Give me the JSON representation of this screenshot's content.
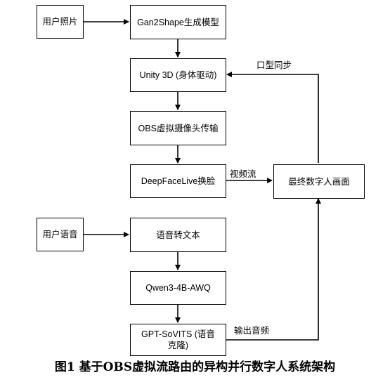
{
  "nodes": {
    "user_photo": "用户照片",
    "gan2shape": "Gan2Shape生成模型",
    "unity": "Unity 3D (身体驱动)",
    "obs_camera": "OBS虚拟摄像头传输",
    "deepfacelive": "DeepFaceLive换脸",
    "final_frame": "最终数字人画面",
    "user_voice": "用户语音",
    "speech_to_text": "语音转文本",
    "qwen": "Qwen3-4B-AWQ",
    "gpt_sovits": "GPT-SoVITS (语音克隆)"
  },
  "edges": {
    "lip_sync": "口型同步",
    "video_stream": "视频流",
    "audio_output": "输出音频"
  },
  "caption": "图1  基于OBS虚拟流路由的异构并行数字人系统架构"
}
